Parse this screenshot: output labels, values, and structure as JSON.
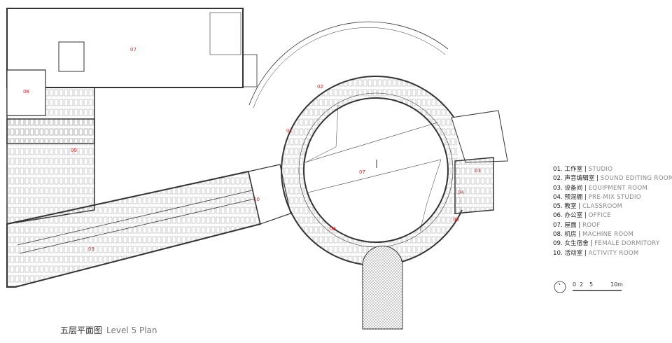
{
  "plan_title": {
    "cn": "五层平面图",
    "en": "Level 5 Plan"
  },
  "room_labels": {
    "roof_block": "07",
    "machine_room": "08",
    "dormitory_upper": "09",
    "dormitory_lower": "09",
    "activity_room": "10",
    "studio": "01",
    "sound_editing": "02",
    "roof_courtyard": "07",
    "equipment_room": "03",
    "premix_studio": "04",
    "classroom": "05",
    "office": "06"
  },
  "legend": [
    {
      "num": "01.",
      "cn": "工作室",
      "en": "STUDIO"
    },
    {
      "num": "02.",
      "cn": "声音编辑室",
      "en": "SOUND EDITING ROOM"
    },
    {
      "num": "03.",
      "cn": "设备间",
      "en": "EQUIPMENT ROOM"
    },
    {
      "num": "04.",
      "cn": "预混棚",
      "en": "PRE-MIX STUDIO"
    },
    {
      "num": "05.",
      "cn": "教室",
      "en": "CLASSROOM"
    },
    {
      "num": "06.",
      "cn": "办公室",
      "en": "OFFICE"
    },
    {
      "num": "07.",
      "cn": "屋面",
      "en": "ROOF"
    },
    {
      "num": "08.",
      "cn": "机房",
      "en": "MACHINE ROOM"
    },
    {
      "num": "09.",
      "cn": "女生宿舍",
      "en": "FEMALE DORMITORY"
    },
    {
      "num": "10.",
      "cn": "活动室",
      "en": "ACTIVITY ROOM"
    }
  ],
  "scale_bar": {
    "ticks": [
      "0",
      "2",
      "5",
      "10m"
    ]
  },
  "colors": {
    "label": "#e0262a",
    "line": "#333333"
  }
}
